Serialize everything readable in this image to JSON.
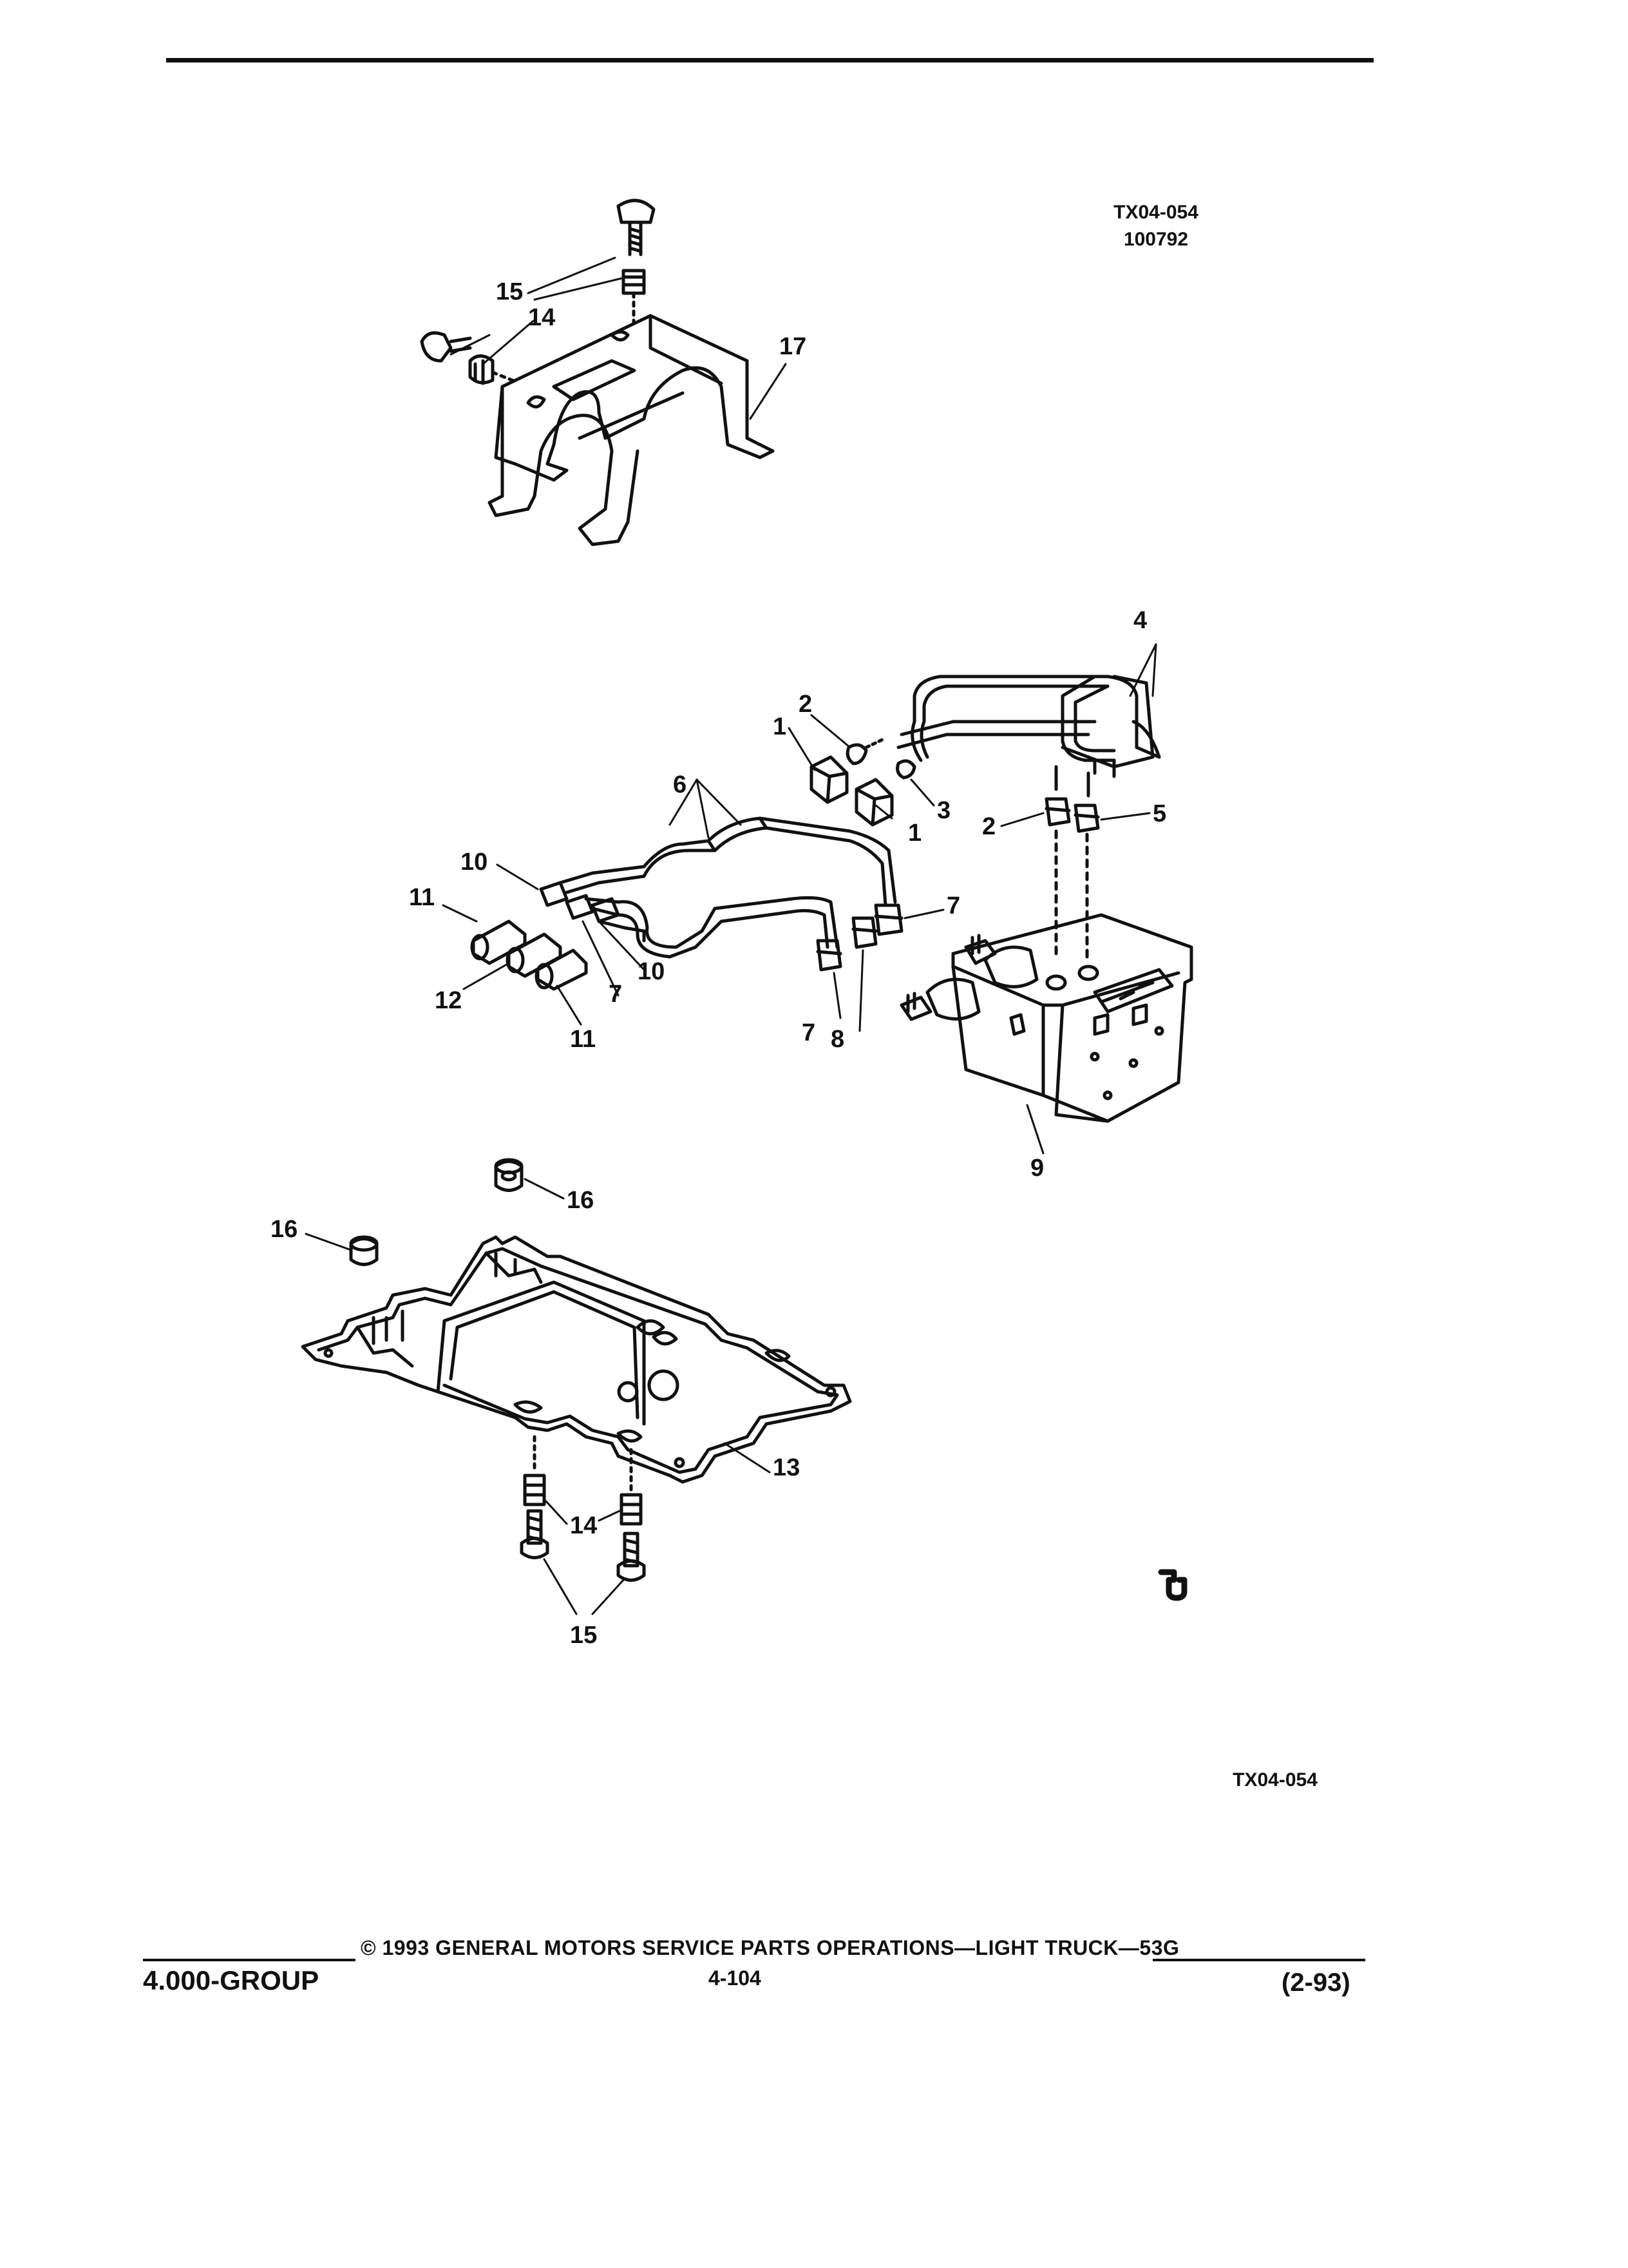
{
  "header": {
    "illustration_code": "TX04-054",
    "illustration_date": "100792"
  },
  "callouts": [
    "1",
    "2",
    "3",
    "4",
    "5",
    "6",
    "7",
    "8",
    "9",
    "10",
    "11",
    "12",
    "13",
    "14",
    "15",
    "16",
    "17"
  ],
  "figure_code_bottom": "TX04-054",
  "footer": {
    "group": "4.000-GROUP",
    "copyright": "© 1993 GENERAL MOTORS SERVICE PARTS OPERATIONS—LIGHT TRUCK—53G",
    "page_number": "4-104",
    "revision": "(2-93)"
  },
  "icons": [
    "gm-service-parts-logo-icon"
  ]
}
